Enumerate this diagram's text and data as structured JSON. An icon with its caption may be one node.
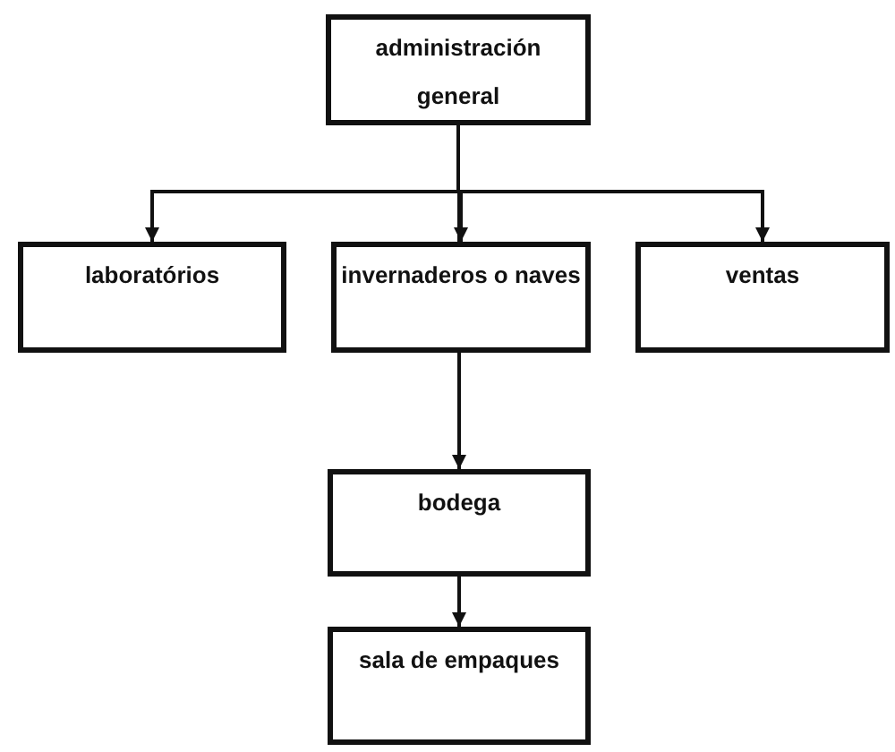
{
  "diagram": {
    "nodes": [
      {
        "text": [
          "administración general"
        ]
      },
      {
        "text": [
          "laboratórios"
        ]
      },
      {
        "text": [
          "invernaderos o naves"
        ]
      },
      {
        "text": [
          "ventas"
        ]
      },
      {
        "text": [
          "bodega"
        ]
      },
      {
        "text": [
          "sala de empaques"
        ]
      }
    ],
    "edges": [
      {
        "from": 0,
        "to": 1,
        "arrow": "to"
      },
      {
        "from": 0,
        "to": 2,
        "arrow": "to"
      },
      {
        "from": 0,
        "to": 3,
        "arrow": "to"
      },
      {
        "from": 2,
        "to": 4,
        "arrow": "to"
      },
      {
        "from": 4,
        "to": 5,
        "arrow": "to"
      }
    ]
  }
}
